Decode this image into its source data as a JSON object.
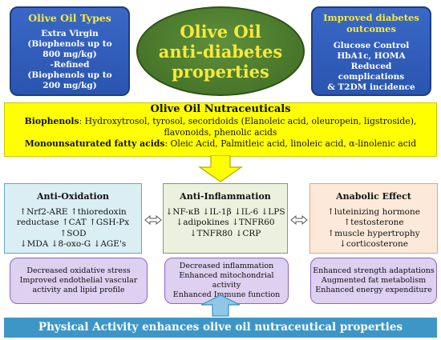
{
  "types": {
    "title": "Olive Oil Types",
    "lines": [
      "Extra Virgin",
      "(Biophenols up to",
      "800 mg/kg)",
      "-Refined",
      "(Biophenols up to",
      "200 mg/kg)"
    ]
  },
  "center": {
    "lines": [
      "Olive Oil",
      "anti-diabetes",
      "properties"
    ]
  },
  "outcomes": {
    "title_lines": [
      "Improved diabetes",
      "outcomes"
    ],
    "lines": [
      "Glucose Control",
      "HbA1c, HOMA",
      "Reduced",
      "complications",
      "& T2DM incidence"
    ]
  },
  "nutraceuticals": {
    "title": "Olive Oil Nutraceuticals",
    "biophenols_label": "Biophenols",
    "biophenols_text": ": Hydroxytrosol, tyrosol, secoridoids (Elanoleic acid, oleuropein, ligstroside),",
    "biophenols_text2": "flavonoids, phenolic acids",
    "mufa_label": "Monounsaturated fatty acids",
    "mufa_text": ": Oleic Acid, Palmitleic acid, linoleic acid, α-linolenic acid"
  },
  "anti_oxidation": {
    "title": "Anti-Oxidation",
    "lines": [
      "↑Nrf2-ARE ↑thioredoxin",
      "reductase ↑CAT ↑GSH-Px ↑SOD",
      "↓MDA ↓8-oxo-G ↓AGE's"
    ]
  },
  "anti_inflammation": {
    "title": "Anti-Inflammation",
    "lines": [
      "↓NF-κB ↓IL-1β ↓IL-6 ↓LPS",
      "↓adipokines ↓TNFR60",
      "↓TNFR80 ↓CRP"
    ]
  },
  "anabolic": {
    "title": "Anabolic Effect",
    "lines": [
      "↑luteinizing hormone",
      "↑testosterone",
      "↑muscle hypertrophy",
      "↓corticosterone"
    ]
  },
  "effects_left": [
    "Decreased oxidative stress",
    "Improved endothelial vascular",
    "activity and lipid profile"
  ],
  "effects_center": [
    "Decreased inflammation",
    "Enhanced mitochondrial activity",
    "Enhanced Immune function"
  ],
  "effects_right": [
    "Enhanced strength adaptations",
    "Augmented fat metabolism",
    "Enhanced energy expenditure"
  ],
  "banner": "Physical Activity enhances olive oil nutraceutical properties",
  "colors": {
    "blue_box": "#2a55b0",
    "title_yellow": "#f5e93b",
    "ellipse_green": "#3e6b22",
    "nutra_yellow": "#ffff00",
    "banner_blue": "#3d96c6",
    "purple": "#ddd0f0"
  }
}
